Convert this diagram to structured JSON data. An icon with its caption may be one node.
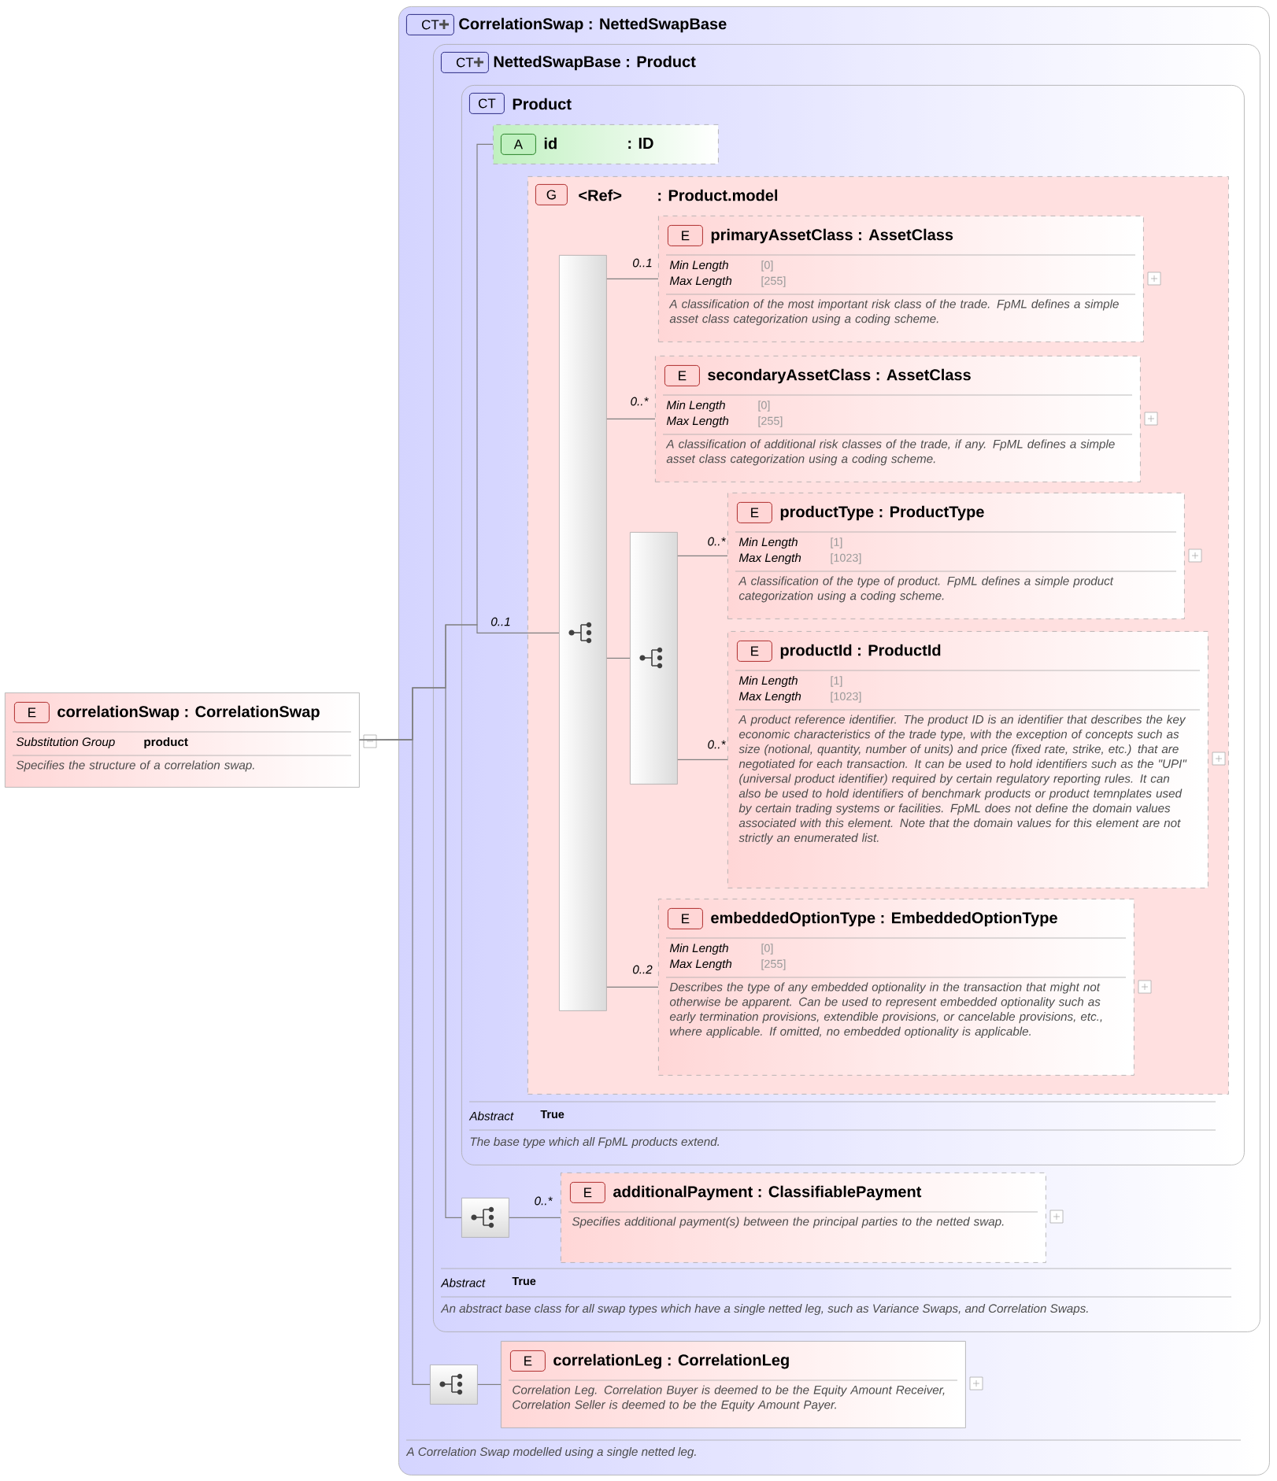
{
  "diagram": {
    "nodes": [
      {
        "text": [
          "E",
          "correlationSwap : CorrelationSwap",
          "Substitution Group",
          "product",
          "Specifies the structure of a correlation swap."
        ]
      },
      {
        "text": [
          "CT",
          "CorrelationSwap : NettedSwapBase",
          "A Correlation Swap modelled using a single netted leg."
        ]
      },
      {
        "text": [
          "CT",
          "NettedSwapBase : Product",
          "Abstract",
          "True",
          "An abstract base class for all swap types which have a single netted leg, such as Variance Swaps, and Correlation Swaps."
        ],
        "in": 1
      },
      {
        "text": [
          "CT",
          "Product",
          "Abstract",
          "True",
          "The base type which all FpML products extend."
        ],
        "in": 2
      },
      {
        "text": [
          "A",
          "id",
          ": ID"
        ],
        "in": 3
      },
      {
        "text": [
          "G",
          "<Ref>",
          ": Product.model"
        ],
        "in": 3
      },
      {
        "text": [],
        "shape": "bar",
        "in": 5
      },
      {
        "text": [
          "E",
          "primaryAssetClass : AssetClass",
          "Min Length",
          "[0]",
          "Max Length",
          "[255]",
          "A classification of the most important risk class of the trade. FpML defines a simple asset class categorization using a coding scheme."
        ],
        "in": 5
      },
      {
        "text": [
          "E",
          "secondaryAssetClass : AssetClass",
          "Min Length",
          "[0]",
          "Max Length",
          "[255]",
          "A classification of additional risk classes of the trade, if any. FpML defines a simple asset class categorization using a coding scheme."
        ],
        "in": 5
      },
      {
        "text": [],
        "shape": "bar",
        "in": 5
      },
      {
        "text": [
          "E",
          "productType : ProductType",
          "Min Length",
          "[1]",
          "Max Length",
          "[1023]",
          "A classification of the type of product. FpML defines a simple product categorization using a coding scheme."
        ],
        "in": 5
      },
      {
        "text": [
          "E",
          "productId : ProductId",
          "Min Length",
          "[1]",
          "Max Length",
          "[1023]",
          "A product reference identifier. The product ID is an identifier that describes the key economic characteristics of the trade type, with the exception of concepts such as size (notional, quantity, number of units) and price (fixed rate, strike, etc.) that are negotiated for each transaction. It can be used to hold identifiers such as the \"UPI\" (universal product identifier) required by certain regulatory reporting rules. It can also be used to hold identifiers of benchmark products or product temnplates used by certain trading systems or facilities. FpML does not define the domain values associated with this element. Note that the domain values for this element are not strictly an enumerated list."
        ],
        "in": 5
      },
      {
        "text": [
          "E",
          "embeddedOptionType : EmbeddedOptionType",
          "Min Length",
          "[0]",
          "Max Length",
          "[255]",
          "Describes the type of any embedded optionality in the transaction that might not otherwise be apparent. Can be used to represent embedded optionality such as early termination provisions, extendible provisions, or cancelable provisions, etc., where applicable. If omitted, no embedded optionality is applicable."
        ],
        "in": 5
      },
      {
        "text": [],
        "shape": "box",
        "in": 2
      },
      {
        "text": [
          "E",
          "additionalPayment : ClassifiablePayment",
          "Specifies additional payment(s) between the principal parties to the netted swap."
        ],
        "in": 2
      },
      {
        "text": [],
        "shape": "box",
        "in": 1
      },
      {
        "text": [
          "E",
          "correlationLeg : CorrelationLeg",
          "Correlation Leg. Correlation Buyer is deemed to be the Equity Amount Receiver, Correlation Seller is deemed to be the Equity Amount Payer."
        ],
        "in": 1
      }
    ],
    "edges": [
      {
        "from": 0,
        "to": 4,
        "arrow": "none"
      },
      {
        "from": 0,
        "to": 6,
        "arrow": "none",
        "label": "0..1"
      },
      {
        "from": 6,
        "to": 7,
        "arrow": "none",
        "label": "0..1"
      },
      {
        "from": 6,
        "to": 8,
        "arrow": "none",
        "label": "0..*"
      },
      {
        "from": 6,
        "to": 9,
        "arrow": "none"
      },
      {
        "from": 9,
        "to": 10,
        "arrow": "none",
        "label": "0..*"
      },
      {
        "from": 9,
        "to": 11,
        "arrow": "none",
        "label": "0..*"
      },
      {
        "from": 6,
        "to": 12,
        "arrow": "none",
        "label": "0..2"
      },
      {
        "from": 0,
        "to": 13,
        "arrow": "none"
      },
      {
        "from": 13,
        "to": 14,
        "arrow": "none",
        "label": "0..*"
      },
      {
        "from": 0,
        "to": 15,
        "arrow": "none"
      },
      {
        "from": 15,
        "to": 16,
        "arrow": "none"
      }
    ]
  }
}
